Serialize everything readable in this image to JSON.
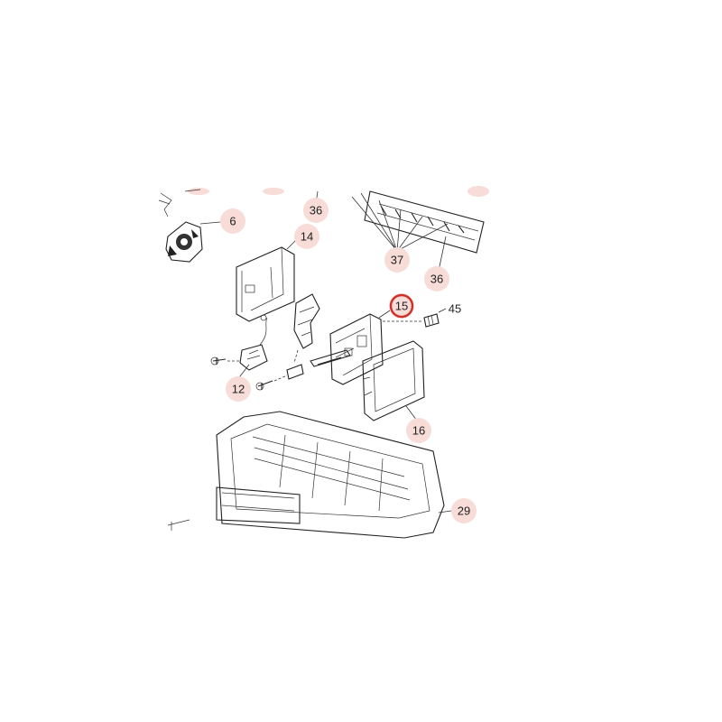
{
  "callouts": [
    {
      "id": "6",
      "label": "6"
    },
    {
      "id": "14",
      "label": "14"
    },
    {
      "id": "36a",
      "label": "36"
    },
    {
      "id": "37",
      "label": "37"
    },
    {
      "id": "36b",
      "label": "36"
    },
    {
      "id": "15",
      "label": "15",
      "highlighted": true
    },
    {
      "id": "45",
      "label": "45"
    },
    {
      "id": "12",
      "label": "12"
    },
    {
      "id": "16",
      "label": "16"
    },
    {
      "id": "29",
      "label": "29"
    }
  ],
  "colors": {
    "bubble": "#f7dcd8",
    "highlight_ring": "#d0302a",
    "line": "#222222"
  }
}
